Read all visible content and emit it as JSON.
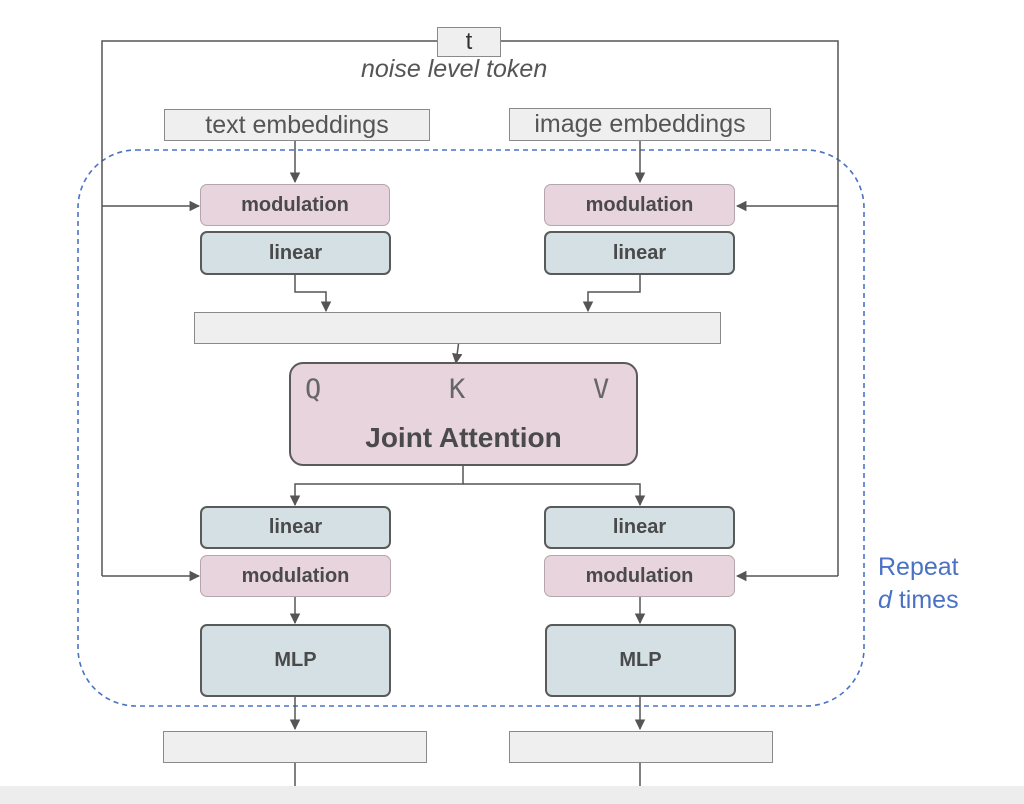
{
  "noise": {
    "token_label": "t",
    "caption": "noise level token"
  },
  "inputs": {
    "text": "text embeddings",
    "image": "image embeddings"
  },
  "stream_left": {
    "modulation_top": "modulation",
    "linear_top": "linear",
    "linear_bottom": "linear",
    "modulation_bottom": "modulation",
    "mlp": "MLP"
  },
  "stream_right": {
    "modulation_top": "modulation",
    "linear_top": "linear",
    "linear_bottom": "linear",
    "modulation_bottom": "modulation",
    "mlp": "MLP"
  },
  "attention": {
    "q": "Q",
    "k": "K",
    "v": "V",
    "title": "Joint Attention"
  },
  "repeat": {
    "line1": "Repeat",
    "var": "d",
    "line2_rest": " times"
  },
  "colors": {
    "modulation": "#e7d4dc",
    "linear_mlp": "#d4e0e4",
    "neutral": "#efefef",
    "repeat_accent": "#4a72c4"
  }
}
